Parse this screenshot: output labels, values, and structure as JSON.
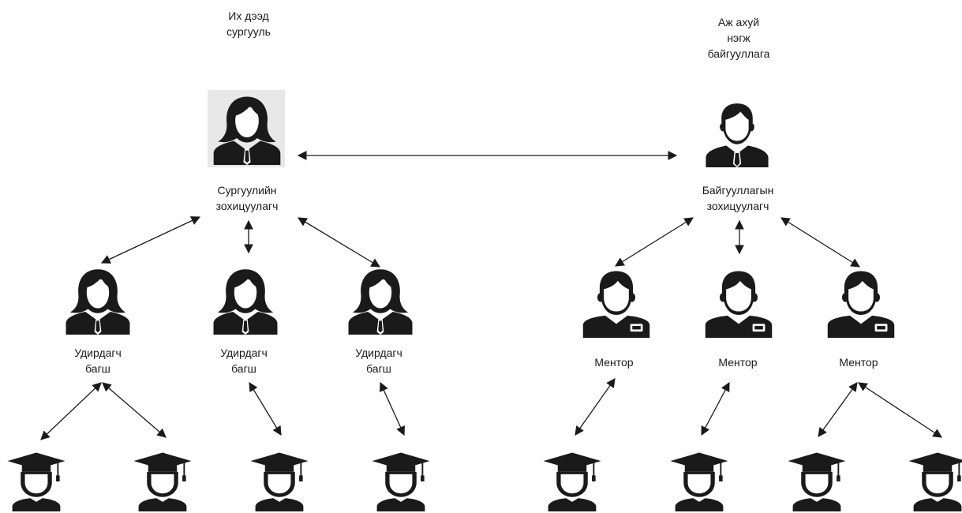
{
  "org_labels": {
    "university": "Их дээд\nсургууль",
    "company": "Аж ахуй\nнэгж\nбайгууллага"
  },
  "coordinators": {
    "school": "Сургуулийн\nзохицуулагч",
    "company": "Байгууллагын\nзохицуулагч"
  },
  "supervisors": [
    "Удирдагч\nбагш",
    "Удирдагч\nбагш",
    "Удирдагч\nбагш"
  ],
  "mentors": [
    "Ментор",
    "Ментор",
    "Ментор"
  ],
  "icons": {
    "female": "female-person-icon",
    "male": "male-person-icon",
    "mentor": "mentor-badge-icon",
    "student": "graduate-student-icon"
  },
  "colors": {
    "ink": "#1a1a1a",
    "highlight": "#e8e8e8"
  }
}
